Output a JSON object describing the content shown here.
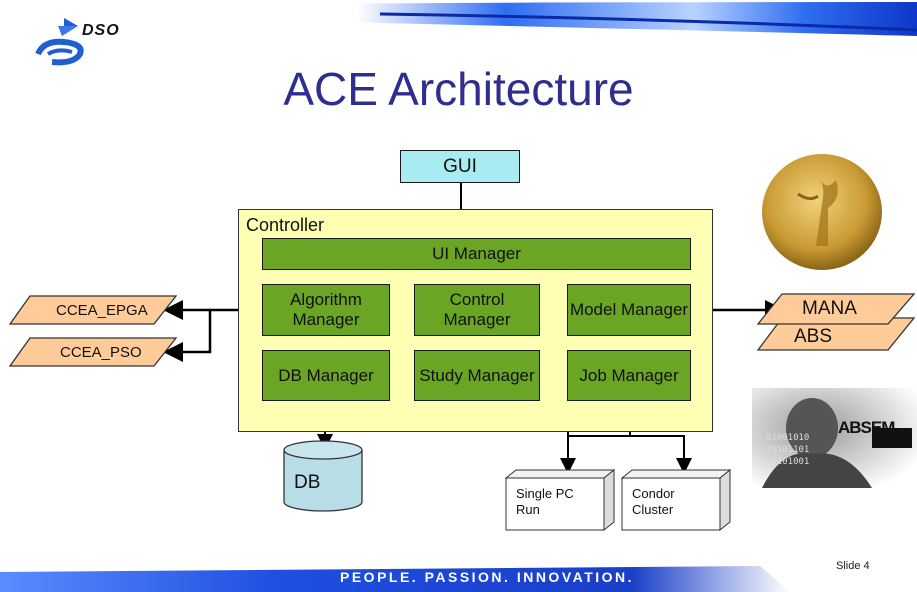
{
  "slide": {
    "title": "ACE Architecture",
    "tagline": "PEOPLE. PASSION. INNOVATION.",
    "slide_number": "Slide 4",
    "logo_text": "DSO"
  },
  "diagram": {
    "gui": "GUI",
    "controller_label": "Controller",
    "ui_manager": "UI Manager",
    "algorithm_manager": "Algorithm Manager",
    "control_manager": "Control Manager",
    "model_manager": "Model Manager",
    "db_manager": "DB Manager",
    "study_manager": "Study Manager",
    "job_manager": "Job Manager",
    "db": "DB",
    "ccea_epga": "CCEA_EPGA",
    "ccea_pso": "CCEA_PSO",
    "mana": "MANA",
    "abs": "ABS",
    "single_pc_run": "Single PC Run",
    "condor_cluster": "Condor Cluster",
    "image_text": "ABSEM"
  },
  "colors": {
    "title": "#2e2e8f",
    "manager_green": "#6aa524",
    "controller_fill": "#ffffb3",
    "gui_fill": "#a8ecf2",
    "db_fill": "#b8dde6",
    "para_fill": "#ffcc99",
    "bar_blue": "#1f4fe0"
  }
}
